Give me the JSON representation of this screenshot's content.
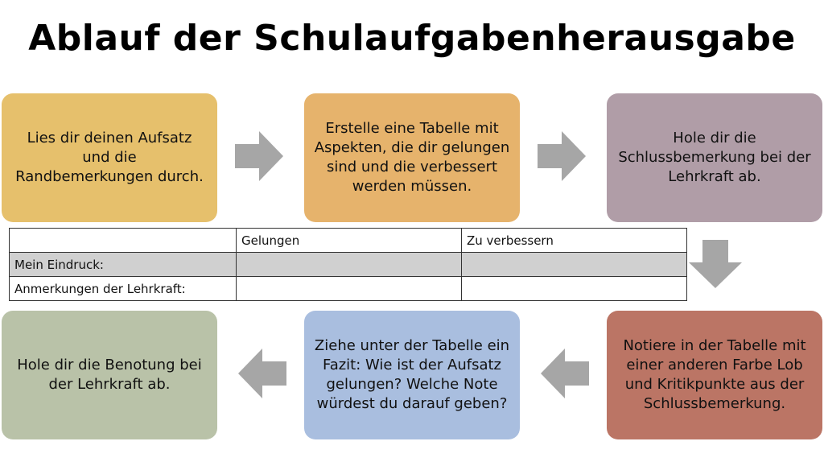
{
  "title": "Ablauf der Schulaufgabenherausgabe",
  "colors": {
    "step1": "#e6c06c",
    "step2": "#e6b36c",
    "step3": "#b09da7",
    "step4": "#bb7565",
    "step5": "#a9bedf",
    "step6": "#b9c2a8",
    "arrow": "#a6a6a6"
  },
  "steps": [
    "Lies dir deinen Aufsatz und die Randbemerkungen durch.",
    "Erstelle eine Tabelle mit Aspekten, die dir gelungen sind und die verbessert werden müssen.",
    "Hole dir die Schlussbemerkung bei der Lehrkraft ab.",
    "Notiere in der Tabelle mit einer anderen Farbe Lob und Kritikpunkte aus der Schlussbemerkung.",
    "Ziehe unter der Tabelle ein Fazit: Wie ist der Aufsatz gelungen? Welche Note würdest du darauf geben?",
    "Hole dir die Benotung bei der Lehrkraft ab."
  ],
  "table": {
    "headers": [
      "",
      "Gelungen",
      "Zu verbessern"
    ],
    "rows": [
      [
        "Mein Eindruck:",
        "",
        ""
      ],
      [
        "Anmerkungen der Lehrkraft:",
        "",
        ""
      ]
    ]
  }
}
